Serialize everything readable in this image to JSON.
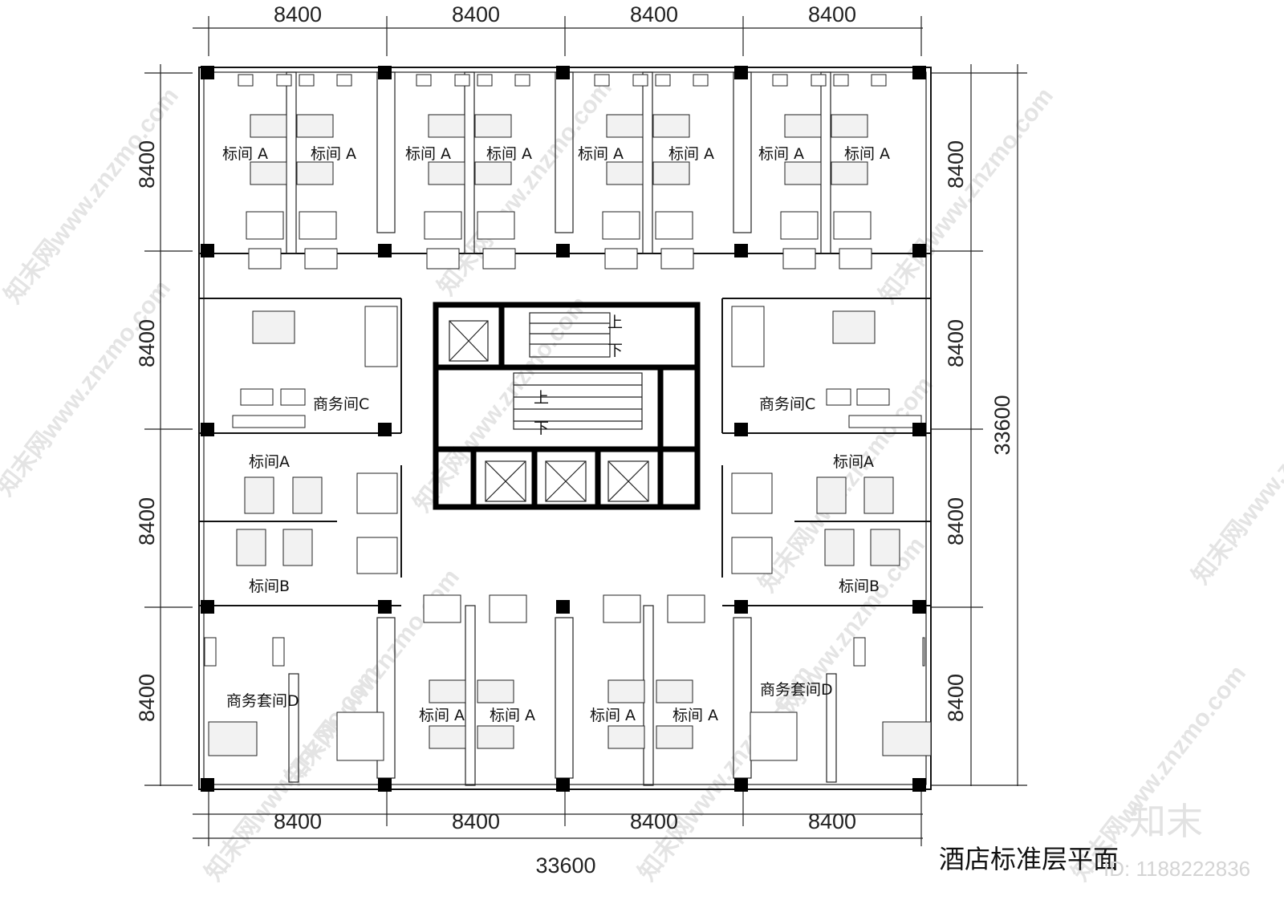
{
  "drawing": {
    "title": "酒店标准层平面",
    "brand": "知末",
    "id_text": "ID: 1188222836",
    "watermark": "知末网www.znzmo.com"
  },
  "dimensions": {
    "top": [
      "8400",
      "8400",
      "8400",
      "8400"
    ],
    "bottom": [
      "8400",
      "8400",
      "8400",
      "8400"
    ],
    "left": [
      "8400",
      "8400",
      "8400",
      "8400"
    ],
    "right": [
      "8400",
      "8400",
      "8400",
      "8400"
    ],
    "total_width": "33600",
    "total_height": "33600"
  },
  "rooms": {
    "std_a": "标间 A",
    "std_a_tight": "标间A",
    "std_b": "标间B",
    "biz_c": "商务间C",
    "biz_suite_d": "商务套间D"
  },
  "stairs": {
    "up": "上",
    "down": "下"
  }
}
